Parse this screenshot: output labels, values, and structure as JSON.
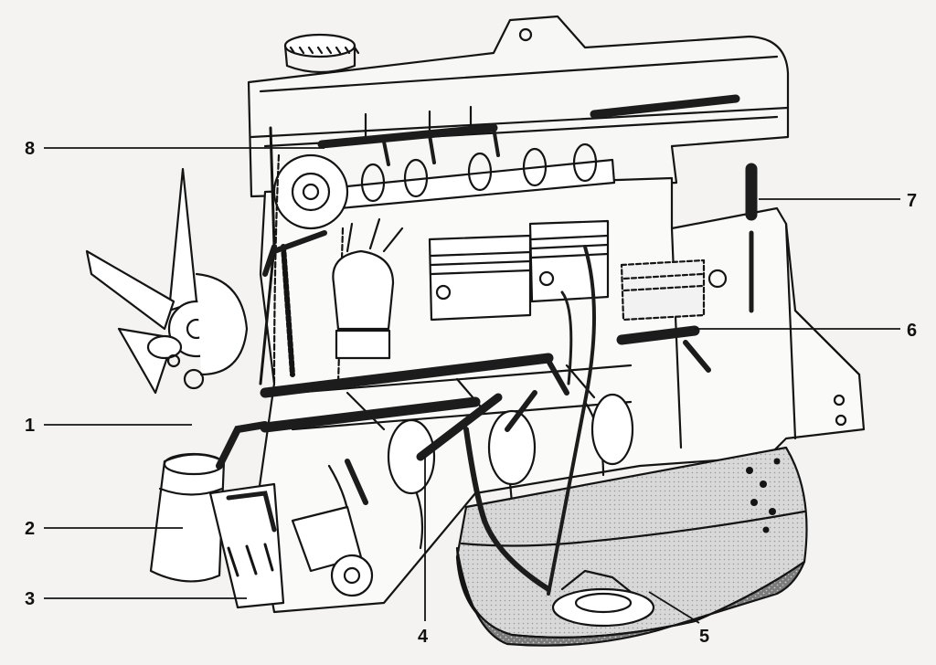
{
  "callouts": [
    {
      "id": "1",
      "label": "1"
    },
    {
      "id": "2",
      "label": "2"
    },
    {
      "id": "3",
      "label": "3"
    },
    {
      "id": "4",
      "label": "4"
    },
    {
      "id": "5",
      "label": "5"
    },
    {
      "id": "6",
      "label": "6"
    },
    {
      "id": "7",
      "label": "7"
    },
    {
      "id": "8",
      "label": "8"
    }
  ],
  "colors": {
    "ink": "#141414",
    "paper": "#f4f3f1",
    "oil_sump": "#6e6e6e",
    "oil_galleries": "#1c1c1c"
  }
}
